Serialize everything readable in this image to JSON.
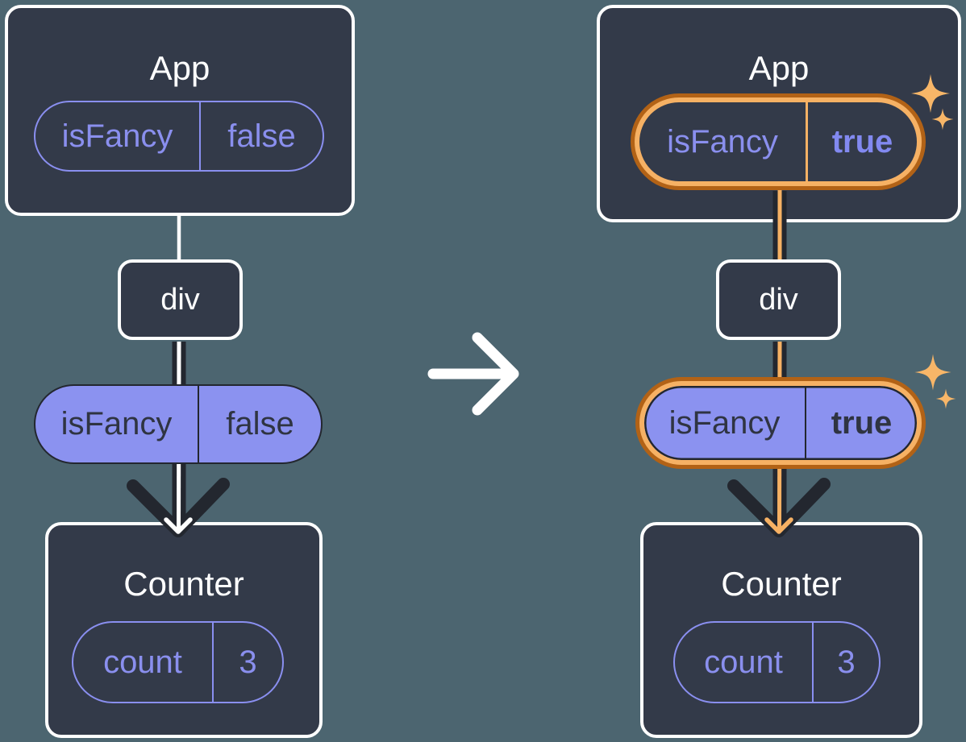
{
  "left_tree": {
    "app_title": "App",
    "app_state_name": "isFancy",
    "app_state_value": "false",
    "div_label": "div",
    "prop_name": "isFancy",
    "prop_value": "false",
    "counter_title": "Counter",
    "counter_state_name": "count",
    "counter_state_value": "3"
  },
  "right_tree": {
    "app_title": "App",
    "app_state_name": "isFancy",
    "app_state_value": "true",
    "div_label": "div",
    "prop_name": "isFancy",
    "prop_value": "true",
    "counter_title": "Counter",
    "counter_state_name": "count",
    "counter_state_value": "3"
  },
  "colors": {
    "background": "#4C6570",
    "card": "#333A49",
    "card_border": "#FFFFFF",
    "purple": "#8B92F0",
    "purple_text": "#8A8FEE",
    "dark": "#23272F",
    "dark_text_on_purple": "#2F3442",
    "highlight_orange": "#F6B164",
    "highlight_orange_dark": "#B26216",
    "sparkle": "#F8B668"
  }
}
